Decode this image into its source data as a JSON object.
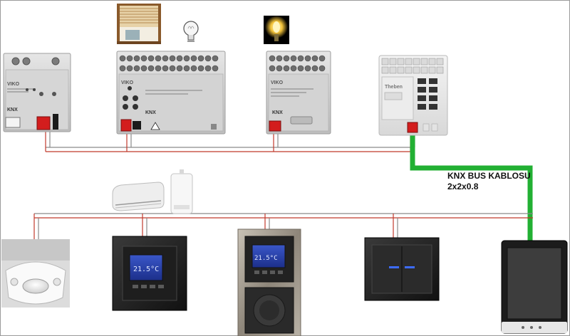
{
  "bus_label": {
    "line1": "KNX BUS KABLOSU",
    "line2": "2x2x0.8"
  },
  "devices": {
    "power_supply": {
      "brand": "VIKO",
      "logo": "KNX"
    },
    "blind_actuator": {
      "brand": "VIKO",
      "logo": "KNX"
    },
    "switch_actuator": {
      "brand": "VIKO",
      "logo": "KNX"
    },
    "logic_module": {
      "brand": "Theben"
    },
    "thermostat_left": {
      "display": "21.5°C"
    },
    "thermostat_center": {
      "display": "21.5°C"
    }
  },
  "colors": {
    "bus_cable": "#22b033",
    "wire_red": "#c0392b",
    "wire_gray": "#8a8a8a",
    "terminal_red": "#d31d1d"
  },
  "icons": [
    "window-blind-icon",
    "light-bulb-icon",
    "glowing-bulb-icon",
    "air-conditioner-icon",
    "water-heater-icon",
    "motion-sensor-icon",
    "touch-panel-icon"
  ]
}
